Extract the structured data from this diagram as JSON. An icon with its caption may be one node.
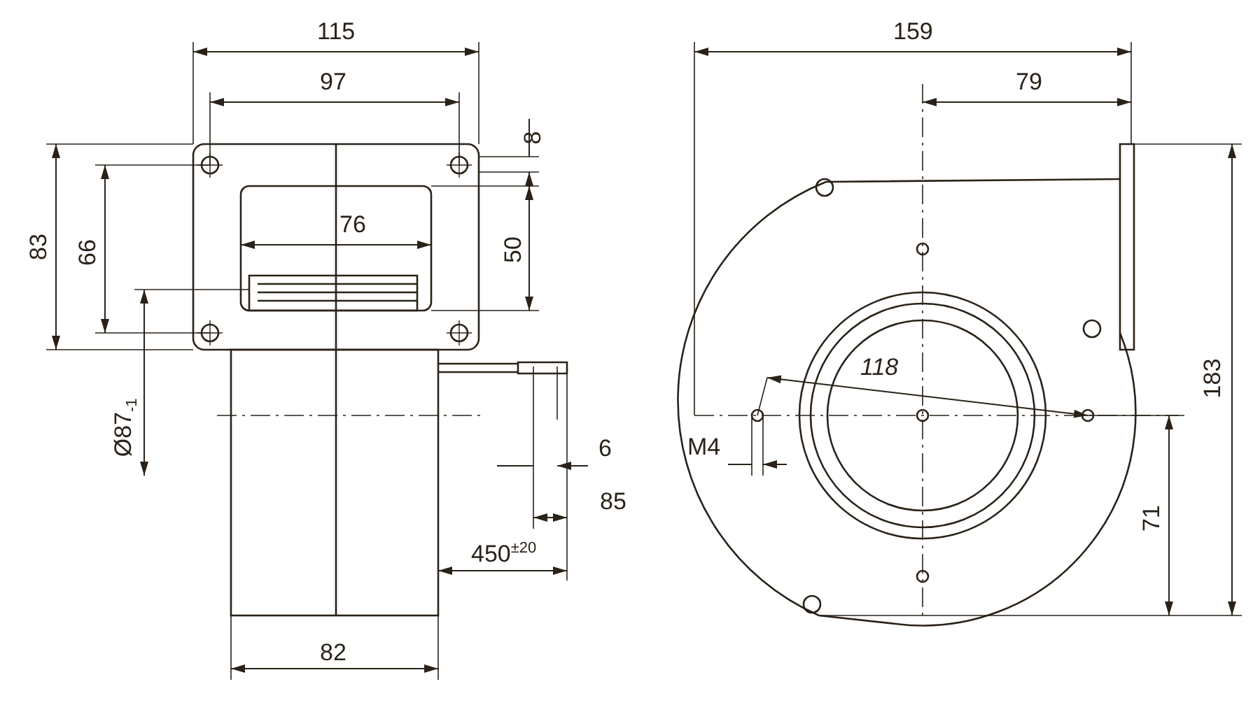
{
  "diagram": {
    "labels": [
      "115",
      "97",
      "8",
      "83",
      "66",
      "76",
      "50",
      "Ø87$_{-1}$",
      "6",
      "85",
      "450$^{±20}$",
      "82",
      "159",
      "79",
      "118",
      "M4",
      "183",
      "71"
    ]
  }
}
